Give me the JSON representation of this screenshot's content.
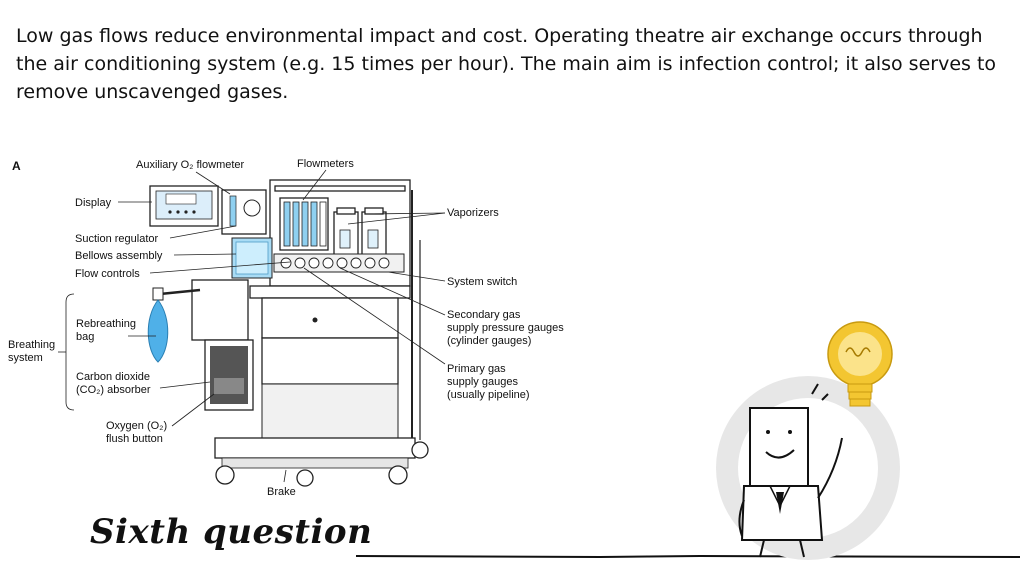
{
  "slide": {
    "intro_text": "Low gas flows reduce environmental impact and cost. Operating theatre air exchange occurs through the air conditioning system (e.g. 15 times per hour). The main aim is infection control; it also serves to remove unscavenged gases.",
    "footer_title": "Sixth question"
  },
  "diagram": {
    "panel_letter": "A",
    "labels": {
      "aux_flowmeter": "Auxiliary O₂ flowmeter",
      "flowmeters": "Flowmeters",
      "display": "Display",
      "vaporizers": "Vaporizers",
      "suction_regulator": "Suction regulator",
      "bellows_assembly": "Bellows assembly",
      "flow_controls": "Flow controls",
      "system_switch": "System switch",
      "rebreathing_bag_1": "Rebreathing",
      "rebreathing_bag_2": "bag",
      "breathing_system_1": "Breathing",
      "breathing_system_2": "system",
      "co2_absorber_1": "Carbon dioxide",
      "co2_absorber_2": "(CO₂) absorber",
      "o2_flush_1": "Oxygen (O₂)",
      "o2_flush_2": "flush button",
      "secondary_gas_1": "Secondary gas",
      "secondary_gas_2": "supply pressure gauges",
      "secondary_gas_3": "(cylinder gauges)",
      "primary_gas_1": "Primary gas",
      "primary_gas_2": "supply gauges",
      "primary_gas_3": "(usually pipeline)",
      "brake": "Brake"
    }
  },
  "colors": {
    "bag_blue": "#4fb0e8",
    "bellows_blue": "#a9dcf5",
    "bulb_yellow": "#f3c631"
  },
  "icons": {
    "cartoon": "thinking-person-icon",
    "bulb": "lightbulb-icon"
  }
}
